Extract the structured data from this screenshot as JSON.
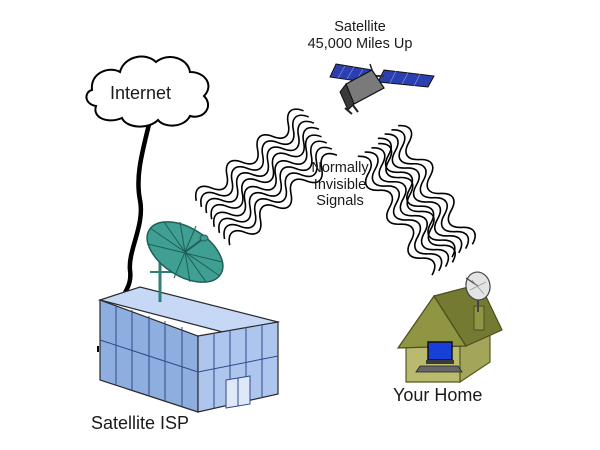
{
  "nodes": {
    "internet": {
      "label": "Internet",
      "icon": "cloud-icon"
    },
    "satellite": {
      "label_line1": "Satellite",
      "label_line2": "45,000 Miles Up",
      "icon": "satellite-icon"
    },
    "signals": {
      "label_line1": "Normally",
      "label_line2": "Invisible",
      "label_line3": "Signals",
      "icon": "radio-waves-icon"
    },
    "isp": {
      "label": "Satellite ISP",
      "icon": "building-icon"
    },
    "home": {
      "label": "Your Home",
      "icon": "house-icon"
    }
  },
  "colors": {
    "cable": "#000000",
    "dish_isp": "#3f9f93",
    "building_front": "#8eaee0",
    "building_side": "#aec6ee",
    "building_roof": "#c6d8f6",
    "house_wall": "#b9ba6e",
    "house_roof": "#8f9543",
    "solar_panel": "#2b3fb0",
    "computer_screen": "#1840d8"
  }
}
